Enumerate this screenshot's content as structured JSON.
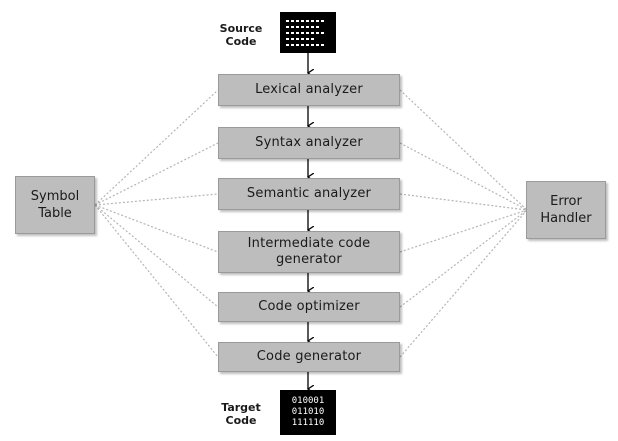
{
  "source": {
    "caption": "Source\nCode",
    "icon": "source-code-icon"
  },
  "phases": [
    "Lexical analyzer",
    "Syntax analyzer",
    "Semantic analyzer",
    "Intermediate code\ngenerator",
    "Code optimizer",
    "Code generator"
  ],
  "symbol_table": {
    "label": "Symbol\nTable"
  },
  "error_handler": {
    "label": "Error\nHandler"
  },
  "target": {
    "caption": "Target\nCode",
    "binary": [
      "010001",
      "011010",
      "111110"
    ]
  },
  "colors": {
    "box_fill": "#bdbdbd",
    "dotted_line": "#b5b5b5",
    "arrow": "#000000",
    "icon_bg": "#000000"
  }
}
